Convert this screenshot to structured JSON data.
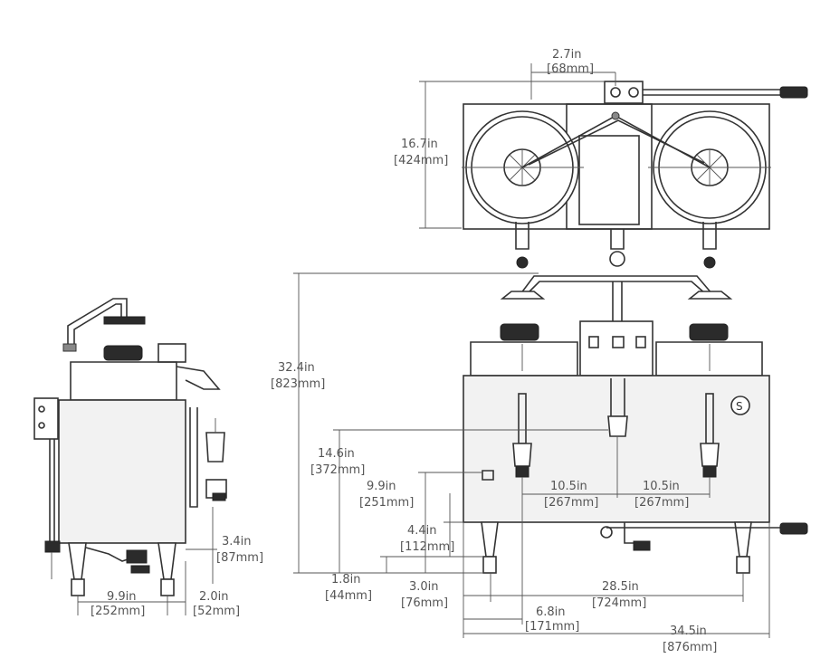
{
  "dimensions": {
    "top_offset": {
      "inches": "2.7in",
      "mm": "[68mm]"
    },
    "top_depth": {
      "inches": "16.7in",
      "mm": "[424mm]"
    },
    "overall_height": {
      "inches": "32.4in",
      "mm": "[823mm]"
    },
    "faucet_height": {
      "inches": "14.6in",
      "mm": "[372mm]"
    },
    "drain_height": {
      "inches": "9.9in",
      "mm": "[251mm]"
    },
    "body_to_floor": {
      "inches": "4.4in",
      "mm": "[112mm]"
    },
    "leg_height": {
      "inches": "1.8in",
      "mm": "[44mm]"
    },
    "leg_inset": {
      "inches": "3.0in",
      "mm": "[76mm]"
    },
    "leg_span": {
      "inches": "28.5in",
      "mm": "[724mm]"
    },
    "center_faucet_offset": {
      "inches": "6.8in",
      "mm": "[171mm]"
    },
    "overall_width": {
      "inches": "34.5in",
      "mm": "[876mm]"
    },
    "faucet_spacing_left": {
      "inches": "10.5in",
      "mm": "[267mm]"
    },
    "faucet_spacing_right": {
      "inches": "10.5in",
      "mm": "[267mm]"
    },
    "side_drain_height": {
      "inches": "3.4in",
      "mm": "[87mm]"
    },
    "side_leg_span": {
      "inches": "9.9in",
      "mm": "[252mm]"
    },
    "side_leg_offset": {
      "inches": "2.0in",
      "mm": "[52mm]"
    }
  }
}
